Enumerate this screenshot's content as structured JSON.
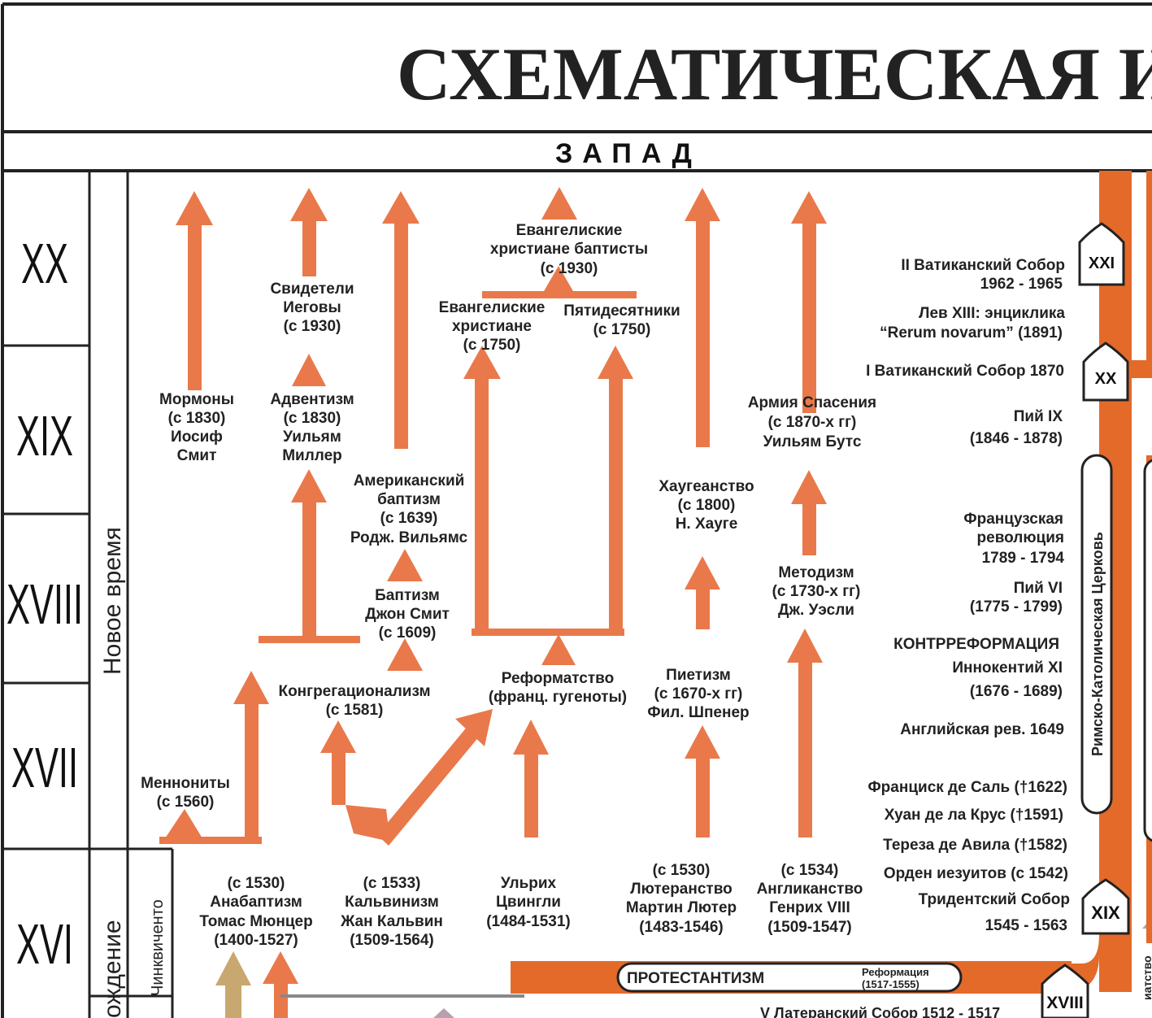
{
  "title": "СХЕМАТИЧЕСКАЯ ИС",
  "region": "ЗАПАД",
  "centuries": [
    "XX",
    "XIX",
    "XVIII",
    "XVII",
    "XVI"
  ],
  "eras": {
    "modern": "Новое время",
    "renaissance": "ождение",
    "cinquecento": "Чинквиченто"
  },
  "groups": {
    "mormons": [
      "Мормоны",
      "(с 1830)",
      "Иосиф",
      "Смит"
    ],
    "jehovah": [
      "Свидетели",
      "Иеговы",
      "(с 1930)"
    ],
    "adventism": [
      "Адвентизм",
      "(с 1830)",
      "Уильям",
      "Миллер"
    ],
    "american_baptism": [
      "Американский",
      "баптизм",
      "(с 1639)",
      "Родж. Вильямс"
    ],
    "baptism": [
      "Баптизм",
      "Джон Смит",
      "(с 1609)"
    ],
    "congregationalism": [
      "Конгрегационализм",
      "(с 1581)"
    ],
    "mennonites": [
      "Меннониты",
      "(с 1560)"
    ],
    "anabaptism": [
      "(с 1530)",
      "Анабаптизм",
      "Томас Мюнцер",
      "(1400-1527)"
    ],
    "calvinism": [
      "(с 1533)",
      "Кальвинизм",
      "Жан Кальвин",
      "(1509-1564)"
    ],
    "zwingli": [
      "Ульрих",
      "Цвингли",
      "(1484-1531)"
    ],
    "reformed": [
      "Реформатство",
      "(франц. гугеноты)"
    ],
    "ev_baptists": [
      "Евангелиские",
      "христиане баптисты",
      "(с 1930)"
    ],
    "ev_christians": [
      "Евангелиские",
      "христиане",
      "(с 1750)"
    ],
    "pentecostals": [
      "Пятидесятники",
      "(с 1750)"
    ],
    "haugeanism": [
      "Хаугеанство",
      "(с 1800)",
      "Н. Хауге"
    ],
    "pietism": [
      "Пиетизм",
      "(с 1670-х гг)",
      "Фил. Шпенер"
    ],
    "lutheranism": [
      "(с 1530)",
      "Лютеранство",
      "Мартин Лютер",
      "(1483-1546)"
    ],
    "salvation_army": [
      "Армия Спасения",
      "(с 1870-х гг)",
      "Уильям Бутс"
    ],
    "methodism": [
      "Методизм",
      "(с 1730-х гг)",
      "Дж. Уэсли"
    ],
    "anglicanism": [
      "(с 1534)",
      "Англиканство",
      "Генрих VIII",
      "(1509-1547)"
    ]
  },
  "events": [
    "II Ватиканский Собор",
    "1962 - 1965",
    "Лев XIII: энциклика",
    "“Rerum novarum” (1891)",
    "I Ватиканский Собор 1870",
    "Пий IX",
    "(1846 - 1878)",
    "Французская",
    "революция",
    "1789 - 1794",
    "Пий VI",
    "(1775 - 1799)",
    "КОНТРРЕФОРМАЦИЯ",
    "Иннокентий XI",
    "(1676 - 1689)",
    "Английская рев. 1649",
    "Франциск де Саль (†1622)",
    "Хуан де ла Крус (†1591)",
    "Тереза де Авила (†1582)",
    "Орден иезуитов (с 1542)",
    "Тридентский Собор",
    "1545 - 1563"
  ],
  "rcc_label": "Римско-Католическая Церковь",
  "badges": [
    "XXI",
    "XX",
    "XIX",
    "XVIII"
  ],
  "protestantism": "ПРОТЕСТАНТИЗМ",
  "reformation": [
    "Реформация",
    "(1517-1555)"
  ],
  "lateran": "V Латеранский Собор 1512 - 1517",
  "schism_partial": "иатство",
  "colors": {
    "orange": "#E9794A",
    "dark_orange": "#E46A2A",
    "tan": "#C8A870",
    "gray": "#888888",
    "mauve": "#B8A0B0"
  }
}
